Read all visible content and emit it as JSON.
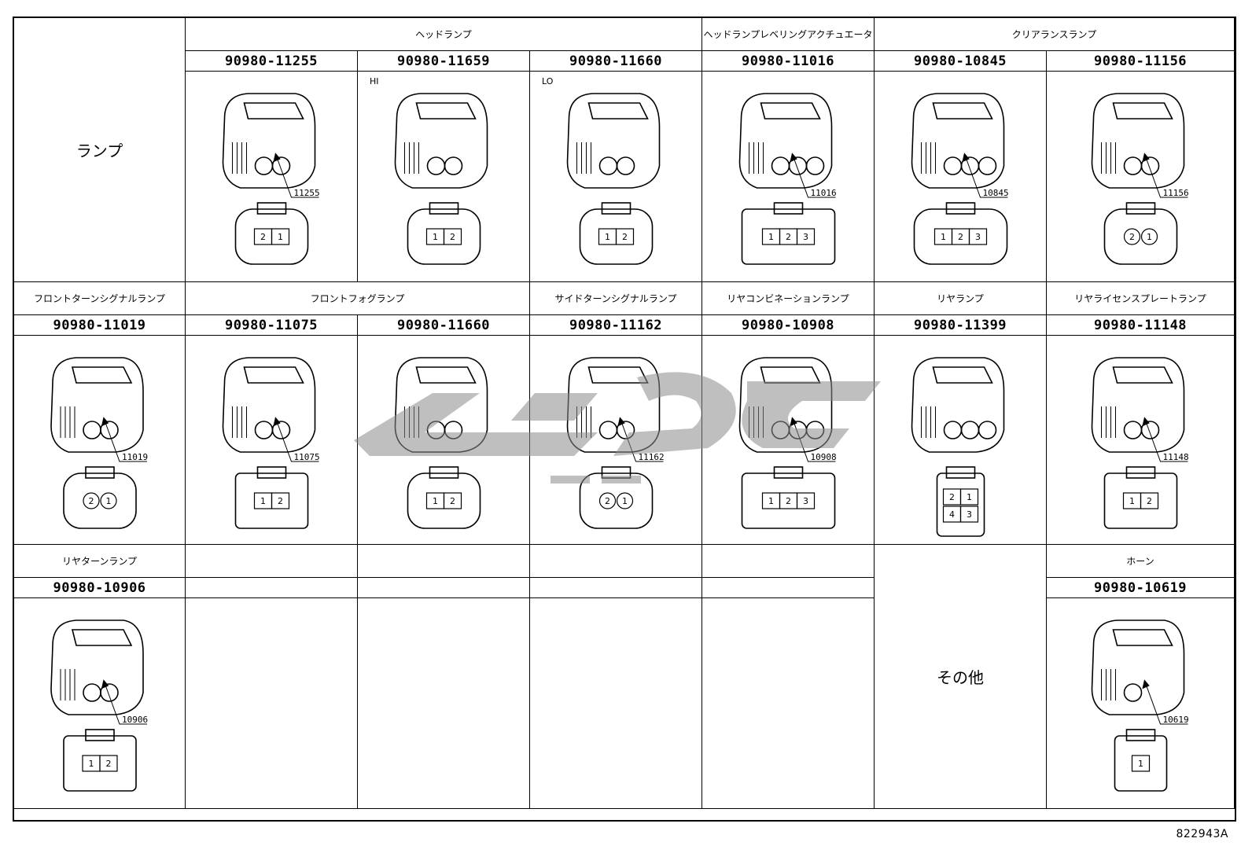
{
  "section_lamp": "ランプ",
  "section_other": "その他",
  "rows": [
    {
      "groups": [
        {
          "label": "ヘッドランプ",
          "cols": [
            1,
            2,
            3
          ]
        },
        {
          "label": "ヘッドランプレベリングアクチュエータ",
          "cols": [
            4
          ]
        },
        {
          "label": "クリアランスランプ",
          "cols": [
            5,
            6
          ]
        }
      ],
      "parts": [
        {
          "col": 1,
          "pn": "90980-11255",
          "tag": "11255",
          "mod": "",
          "pins": [
            "2",
            "1"
          ],
          "shape": "oval2"
        },
        {
          "col": 2,
          "pn": "90980-11659",
          "tag": "",
          "mod": "HI",
          "pins": [
            "1",
            "2"
          ],
          "shape": "round2"
        },
        {
          "col": 3,
          "pn": "90980-11660",
          "tag": "",
          "mod": "LO",
          "pins": [
            "1",
            "2"
          ],
          "shape": "round2"
        },
        {
          "col": 4,
          "pn": "90980-11016",
          "tag": "11016",
          "mod": "",
          "pins": [
            "1",
            "2",
            "3"
          ],
          "shape": "tri3"
        },
        {
          "col": 5,
          "pn": "90980-10845",
          "tag": "10845",
          "mod": "",
          "pins": [
            "1",
            "2",
            "3"
          ],
          "shape": "oval3"
        },
        {
          "col": 6,
          "pn": "90980-11156",
          "tag": "11156",
          "mod": "",
          "pins": [
            "2",
            "1"
          ],
          "shape": "circ2"
        }
      ]
    },
    {
      "groups": [
        {
          "label": "フロントターンシグナルランプ",
          "cols": [
            0
          ]
        },
        {
          "label": "フロントフォグランプ",
          "cols": [
            1,
            2
          ]
        },
        {
          "label": "サイドターンシグナルランプ",
          "cols": [
            3
          ]
        },
        {
          "label": "リヤコンビネーションランプ",
          "cols": [
            4
          ]
        },
        {
          "label": "リヤランプ",
          "cols": [
            5
          ]
        },
        {
          "label": "リヤライセンスプレートランプ",
          "cols": [
            6
          ]
        }
      ],
      "parts": [
        {
          "col": 0,
          "pn": "90980-11019",
          "tag": "11019",
          "mod": "",
          "pins": [
            "2",
            "1"
          ],
          "shape": "circ2"
        },
        {
          "col": 1,
          "pn": "90980-11075",
          "tag": "11075",
          "mod": "",
          "pins": [
            "1",
            "2"
          ],
          "shape": "box2"
        },
        {
          "col": 2,
          "pn": "90980-11660",
          "tag": "",
          "mod": "",
          "pins": [
            "1",
            "2"
          ],
          "shape": "round2"
        },
        {
          "col": 3,
          "pn": "90980-11162",
          "tag": "11162",
          "mod": "",
          "pins": [
            "2",
            "1"
          ],
          "shape": "circ2"
        },
        {
          "col": 4,
          "pn": "90980-10908",
          "tag": "10908",
          "mod": "",
          "pins": [
            "1",
            "2",
            "3"
          ],
          "shape": "box3"
        },
        {
          "col": 5,
          "pn": "90980-11399",
          "tag": "",
          "mod": "",
          "pins": [
            "2",
            "1",
            "4",
            "3"
          ],
          "shape": "quad4"
        },
        {
          "col": 6,
          "pn": "90980-11148",
          "tag": "11148",
          "mod": "",
          "pins": [
            "1",
            "2"
          ],
          "shape": "wide2"
        }
      ]
    },
    {
      "groups": [
        {
          "label": "リヤターンランプ",
          "cols": [
            0
          ]
        },
        {
          "label": "",
          "cols": [
            1
          ]
        },
        {
          "label": "",
          "cols": [
            2
          ]
        },
        {
          "label": "",
          "cols": [
            3
          ]
        },
        {
          "label": "",
          "cols": [
            4
          ]
        },
        {
          "label": "ホーン",
          "cols": [
            6
          ]
        }
      ],
      "parts": [
        {
          "col": 0,
          "pn": "90980-10906",
          "tag": "10906",
          "mod": "",
          "pins": [
            "1",
            "2"
          ],
          "shape": "box2"
        },
        {
          "col": 1,
          "pn": "",
          "tag": "",
          "mod": "",
          "pins": [],
          "shape": "none"
        },
        {
          "col": 2,
          "pn": "",
          "tag": "",
          "mod": "",
          "pins": [],
          "shape": "none"
        },
        {
          "col": 3,
          "pn": "",
          "tag": "",
          "mod": "",
          "pins": [],
          "shape": "none"
        },
        {
          "col": 4,
          "pn": "",
          "tag": "",
          "mod": "",
          "pins": [],
          "shape": "none"
        },
        {
          "col": 6,
          "pn": "90980-10619",
          "tag": "10619",
          "mod": "",
          "pins": [
            "1"
          ],
          "shape": "single1"
        }
      ]
    }
  ],
  "reference": "822943A"
}
